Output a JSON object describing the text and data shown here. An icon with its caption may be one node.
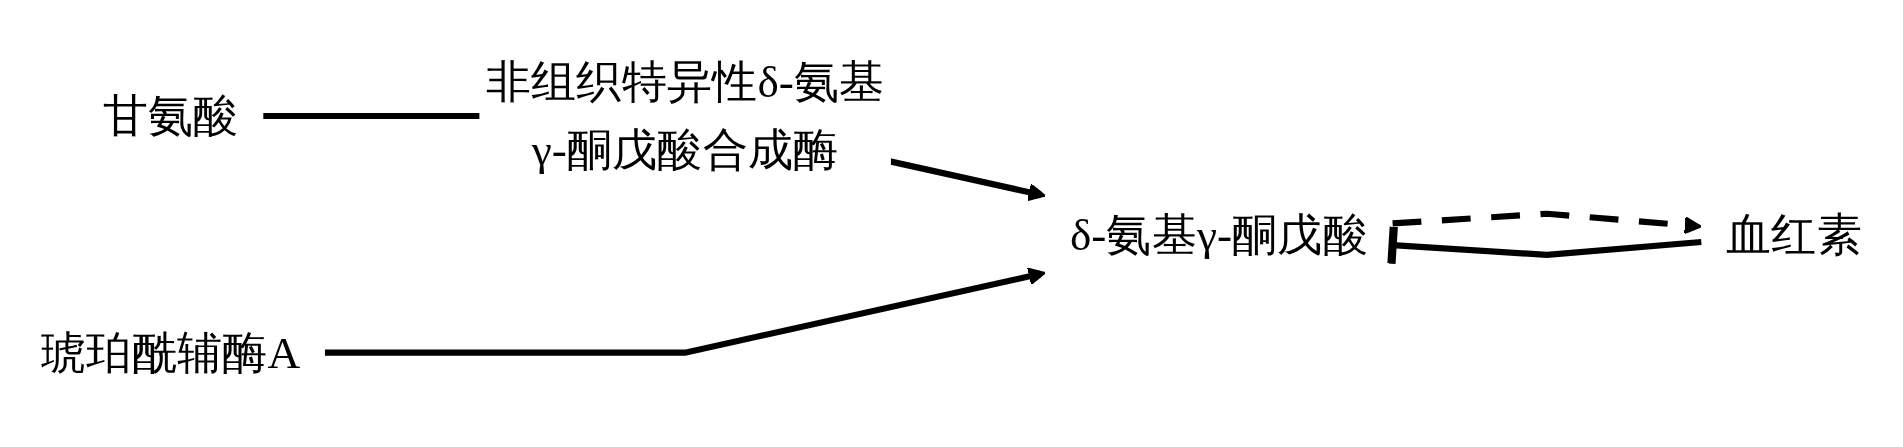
{
  "diagram": {
    "nodes": [
      {
        "text": [
          "甘氨酸"
        ]
      },
      {
        "text": [
          "琥珀酰辅酶A"
        ]
      },
      {
        "text": [
          "δ-氨基γ-酮戊酸"
        ]
      },
      {
        "text": [
          "血红素"
        ]
      }
    ],
    "edges": [
      {
        "from": 0,
        "to": 2,
        "arrow": "to",
        "label": "非组织特异性δ-氨基γ-酮戊酸合成酶"
      },
      {
        "from": 1,
        "to": 2,
        "arrow": "to"
      },
      {
        "from": 2,
        "to": 3,
        "arrow": "to",
        "style": "dashed"
      },
      {
        "from": 3,
        "to": 2,
        "arrow": "other"
      }
    ]
  }
}
